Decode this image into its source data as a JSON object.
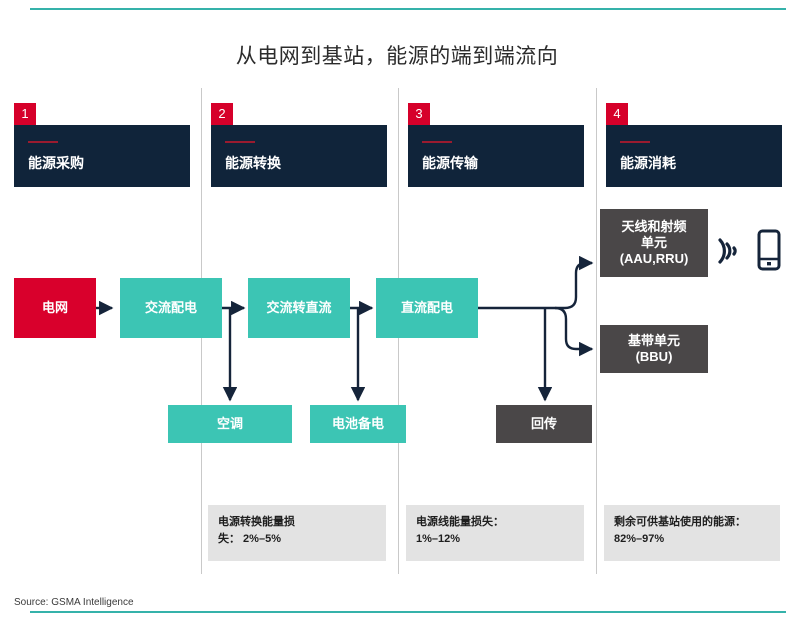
{
  "title": "从电网到基站，能源的端到端流向",
  "colors": {
    "accent_teal": "#35B2AA",
    "node_teal": "#3CC5B4",
    "grid_red": "#D9002C",
    "badge_red": "#D6002A",
    "header_navy": "#10243A",
    "node_gray": "#4A4748",
    "note_gray": "#E3E3E3"
  },
  "sections": [
    {
      "num": "1",
      "label": "能源采购"
    },
    {
      "num": "2",
      "label": "能源转换"
    },
    {
      "num": "3",
      "label": "能源传输"
    },
    {
      "num": "4",
      "label": "能源消耗"
    }
  ],
  "nodes": {
    "grid": "电网",
    "ac_distribution": "交流配电",
    "ac_to_dc": "交流转直流",
    "dc_distribution": "直流配电",
    "air_conditioning": "空调",
    "battery_backup": "电池备电",
    "backhaul": "回传",
    "antenna_rf_line1": "天线和射频",
    "antenna_rf_line2": "单元",
    "antenna_rf_line3": "(AAU,RRU)",
    "bbu_line1": "基带单元",
    "bbu_line2": "(BBU)"
  },
  "notes": [
    {
      "line1": "电源转换能量损",
      "line2": "失： 2%–5%"
    },
    {
      "line1": "电源线能量损失：",
      "line2": "1%–12%"
    },
    {
      "line1": "剩余可供基站使用的能源：",
      "line2": "82%–97%"
    }
  ],
  "source": "Source: GSMA Intelligence"
}
